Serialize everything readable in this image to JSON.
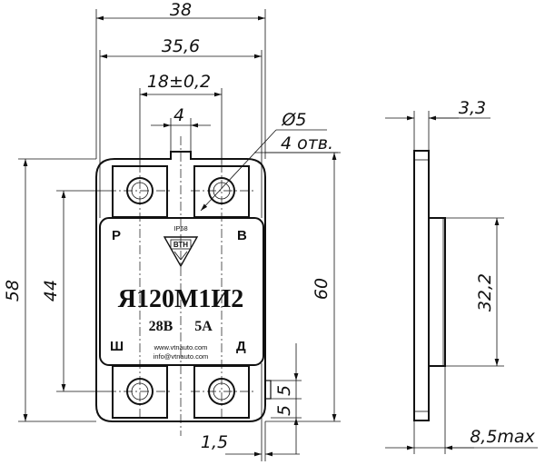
{
  "dimensions": {
    "overall_width": "38",
    "mounting_width": "35,6",
    "terminal_spacing": "18±0,2",
    "slot_width": "4",
    "hole_diameter": "Ø5",
    "hole_count": "4 отв.",
    "flange_thickness": "3,3",
    "overall_height": "58",
    "terminal_vspacing": "44",
    "mounting_height": "60",
    "label_height": "32,2",
    "edge_offset": "1,5",
    "tab_a": "5",
    "tab_b": "5",
    "max_depth": "8,5max"
  },
  "label": {
    "protection": "IP68",
    "logo_text": "ВТН",
    "model": "Я120М1И2",
    "rating_voltage": "28В",
    "rating_current": "5А",
    "website": "www.vtnauto.com",
    "email": "info@vtnauto.com",
    "terminal_top_left": "Р",
    "terminal_top_right": "В",
    "terminal_bottom_left": "Ш",
    "terminal_bottom_right": "Д"
  }
}
